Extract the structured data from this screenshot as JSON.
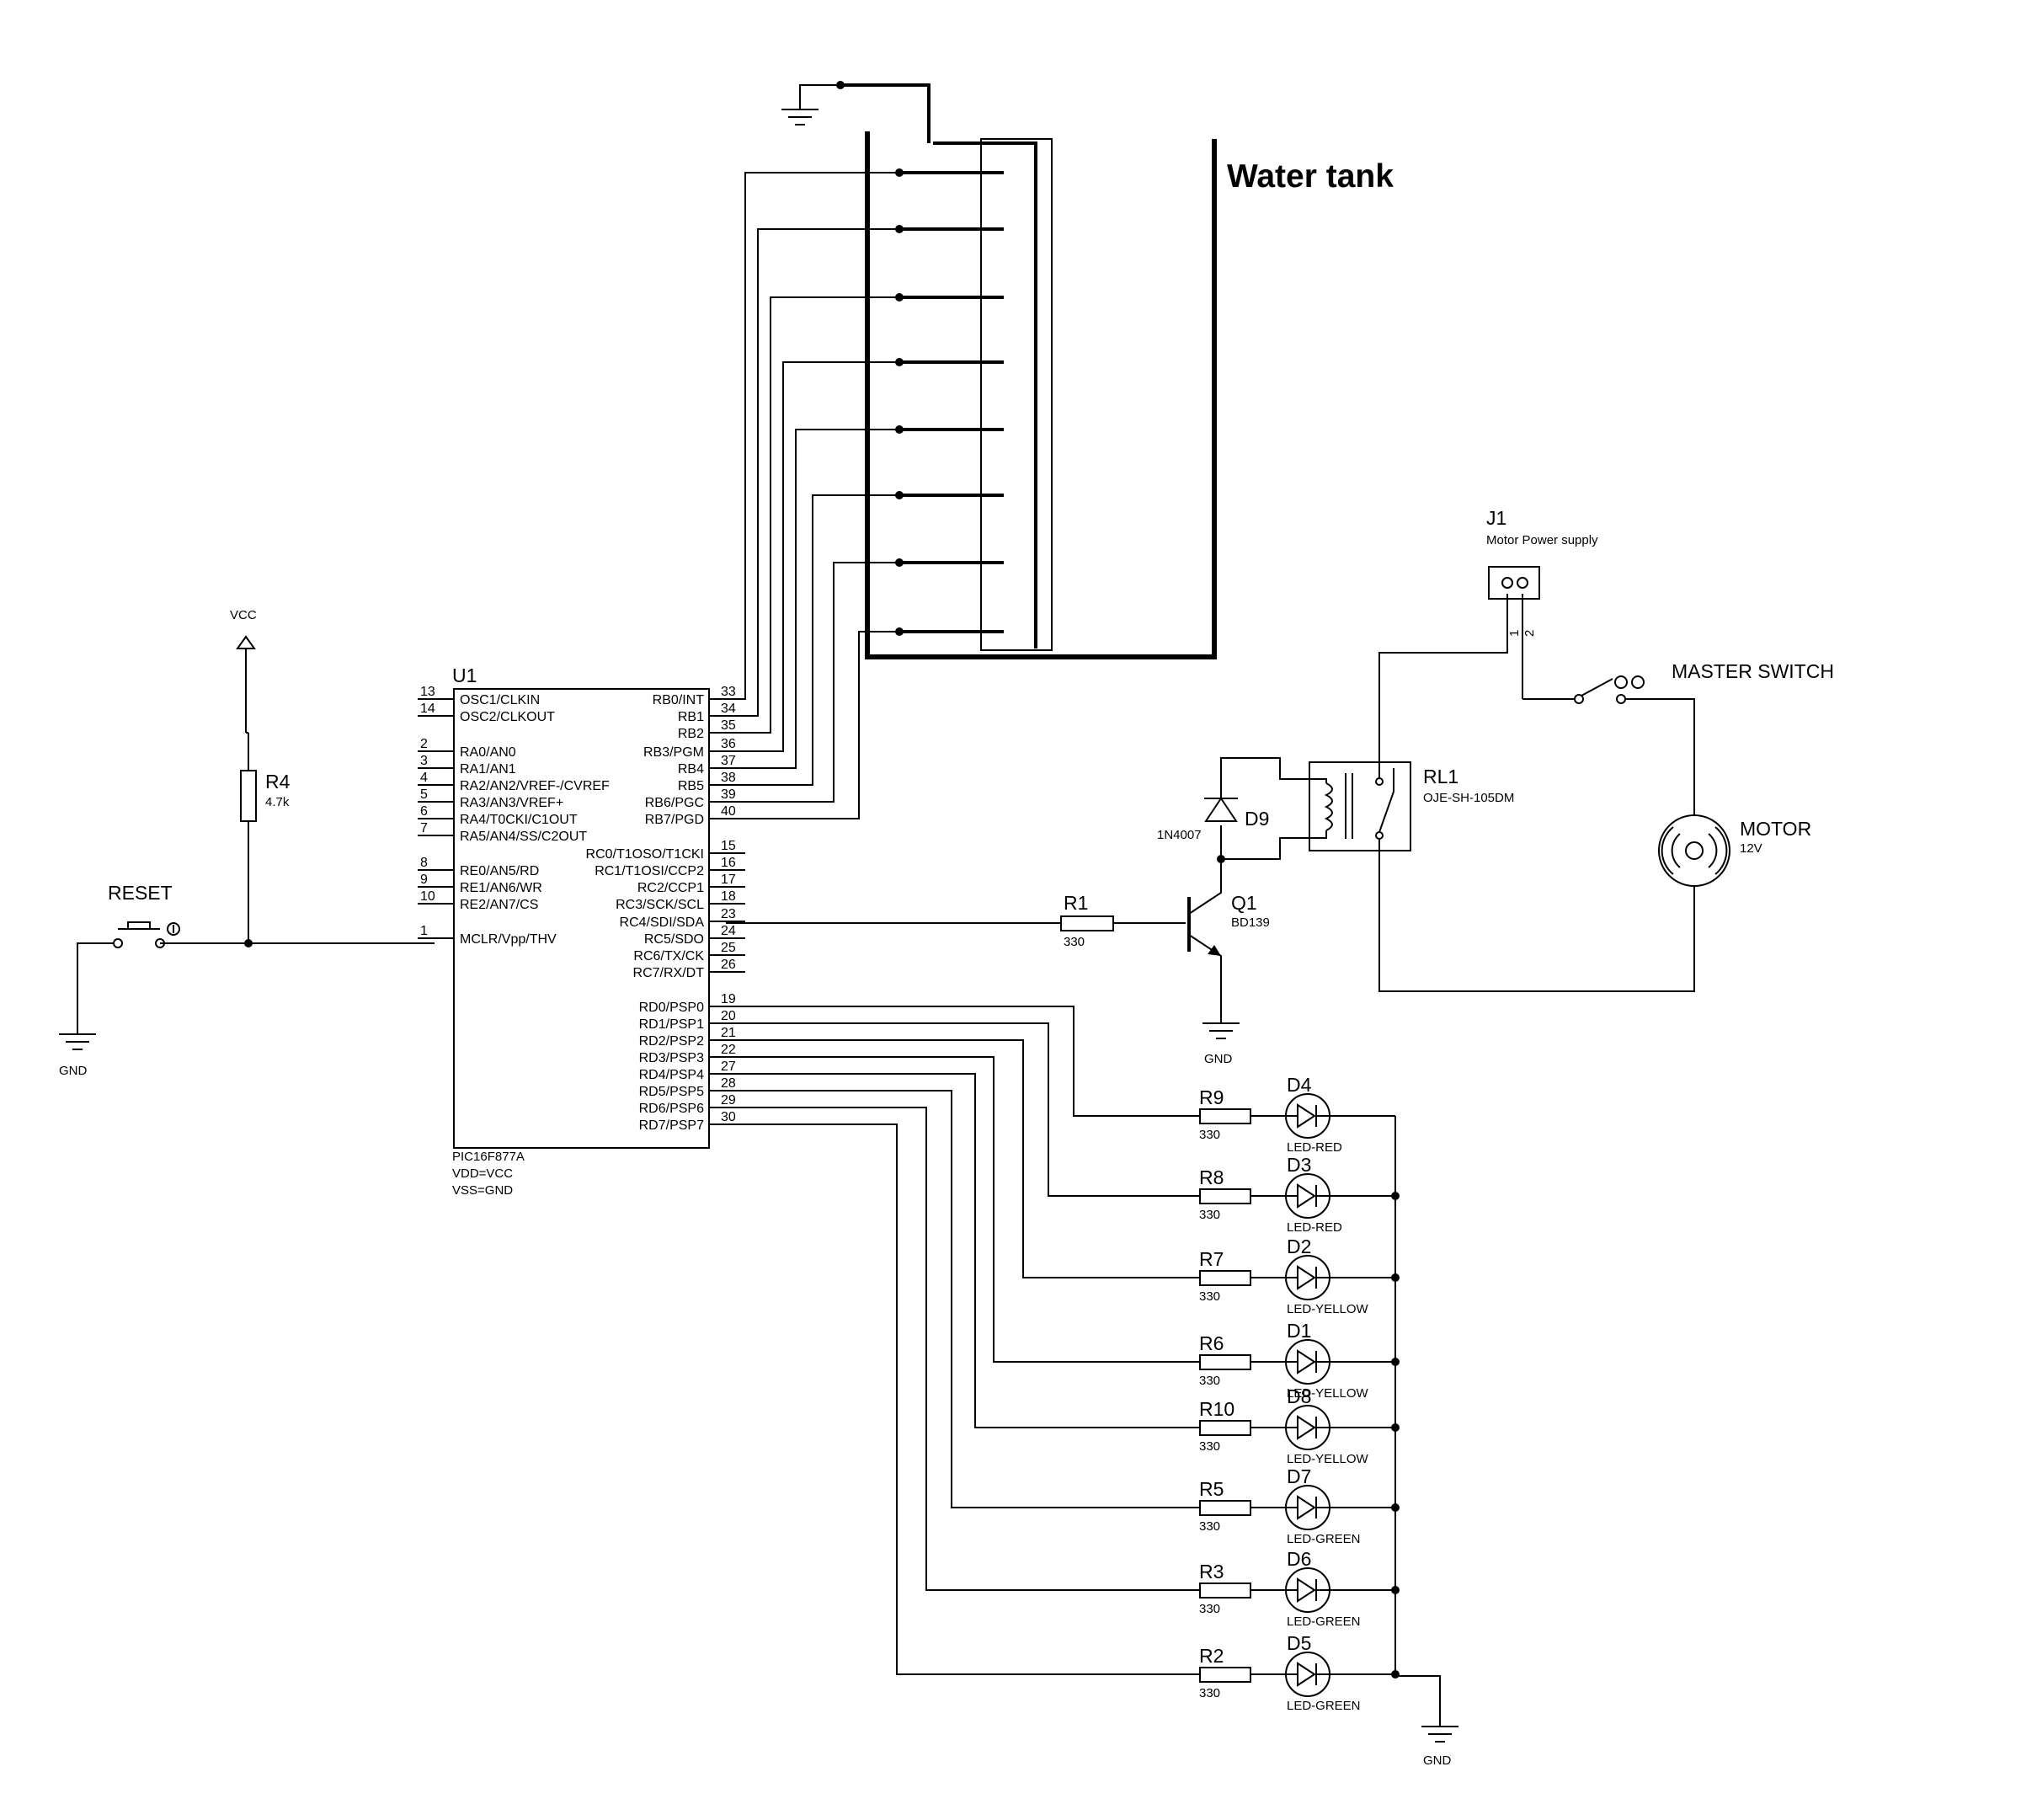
{
  "title": "Water tank",
  "mcu": {
    "ref": "U1",
    "part": "PIC16F877A",
    "power1": "VDD=VCC",
    "power2": "VSS=GND",
    "left_pins": [
      {
        "num": "13",
        "name": "OSC1/CLKIN"
      },
      {
        "num": "14",
        "name": "OSC2/CLKOUT"
      },
      {
        "num": "2",
        "name": "RA0/AN0"
      },
      {
        "num": "3",
        "name": "RA1/AN1"
      },
      {
        "num": "4",
        "name": "RA2/AN2/VREF-/CVREF"
      },
      {
        "num": "5",
        "name": "RA3/AN3/VREF+"
      },
      {
        "num": "6",
        "name": "RA4/T0CKI/C1OUT"
      },
      {
        "num": "7",
        "name": "RA5/AN4/SS/C2OUT"
      },
      {
        "num": "8",
        "name": "RE0/AN5/RD"
      },
      {
        "num": "9",
        "name": "RE1/AN6/WR"
      },
      {
        "num": "10",
        "name": "RE2/AN7/CS"
      },
      {
        "num": "1",
        "name": "MCLR/Vpp/THV"
      }
    ],
    "right_pins": [
      {
        "num": "33",
        "name": "RB0/INT"
      },
      {
        "num": "34",
        "name": "RB1"
      },
      {
        "num": "35",
        "name": "RB2"
      },
      {
        "num": "36",
        "name": "RB3/PGM"
      },
      {
        "num": "37",
        "name": "RB4"
      },
      {
        "num": "38",
        "name": "RB5"
      },
      {
        "num": "39",
        "name": "RB6/PGC"
      },
      {
        "num": "40",
        "name": "RB7/PGD"
      },
      {
        "num": "15",
        "name": "RC0/T1OSO/T1CKI"
      },
      {
        "num": "16",
        "name": "RC1/T1OSI/CCP2"
      },
      {
        "num": "17",
        "name": "RC2/CCP1"
      },
      {
        "num": "18",
        "name": "RC3/SCK/SCL"
      },
      {
        "num": "23",
        "name": "RC4/SDI/SDA"
      },
      {
        "num": "24",
        "name": "RC5/SDO"
      },
      {
        "num": "25",
        "name": "RC6/TX/CK"
      },
      {
        "num": "26",
        "name": "RC7/RX/DT"
      },
      {
        "num": "19",
        "name": "RD0/PSP0"
      },
      {
        "num": "20",
        "name": "RD1/PSP1"
      },
      {
        "num": "21",
        "name": "RD2/PSP2"
      },
      {
        "num": "22",
        "name": "RD3/PSP3"
      },
      {
        "num": "27",
        "name": "RD4/PSP4"
      },
      {
        "num": "28",
        "name": "RD5/PSP5"
      },
      {
        "num": "29",
        "name": "RD6/PSP6"
      },
      {
        "num": "30",
        "name": "RD7/PSP7"
      }
    ]
  },
  "vcc": {
    "label": "VCC"
  },
  "gnd_label": "GND",
  "reset": {
    "label": "RESET"
  },
  "r4": {
    "ref": "R4",
    "value": "4.7k"
  },
  "r1": {
    "ref": "R1",
    "value": "330"
  },
  "q1": {
    "ref": "Q1",
    "part": "BD139"
  },
  "d9": {
    "ref": "D9",
    "part": "1N4007"
  },
  "relay": {
    "ref": "RL1",
    "part": "OJE-SH-105DM"
  },
  "j1": {
    "ref": "J1",
    "desc": "Motor Power supply",
    "pin1": "1",
    "pin2": "2"
  },
  "master_switch": {
    "label": "MASTER SWITCH"
  },
  "motor": {
    "label": "MOTOR",
    "voltage": "12V"
  },
  "leds": [
    {
      "r_ref": "R9",
      "r_val": "330",
      "d_ref": "D4",
      "d_type": "LED-RED",
      "color": "#000000"
    },
    {
      "r_ref": "R8",
      "r_val": "330",
      "d_ref": "D3",
      "d_type": "LED-RED",
      "color": "#000000"
    },
    {
      "r_ref": "R7",
      "r_val": "330",
      "d_ref": "D2",
      "d_type": "LED-YELLOW",
      "color": "#000000"
    },
    {
      "r_ref": "R6",
      "r_val": "330",
      "d_ref": "D1",
      "d_type": "LED-YELLOW",
      "color": "#000000"
    },
    {
      "r_ref": "R10",
      "r_val": "330",
      "d_ref": "D8",
      "d_type": "LED-YELLOW",
      "color": "#000000"
    },
    {
      "r_ref": "R5",
      "r_val": "330",
      "d_ref": "D7",
      "d_type": "LED-GREEN",
      "color": "#000000"
    },
    {
      "r_ref": "R3",
      "r_val": "330",
      "d_ref": "D6",
      "d_type": "LED-GREEN",
      "color": "#000000"
    },
    {
      "r_ref": "R2",
      "r_val": "330",
      "d_ref": "D5",
      "d_type": "LED-GREEN",
      "color": "#000000"
    }
  ]
}
